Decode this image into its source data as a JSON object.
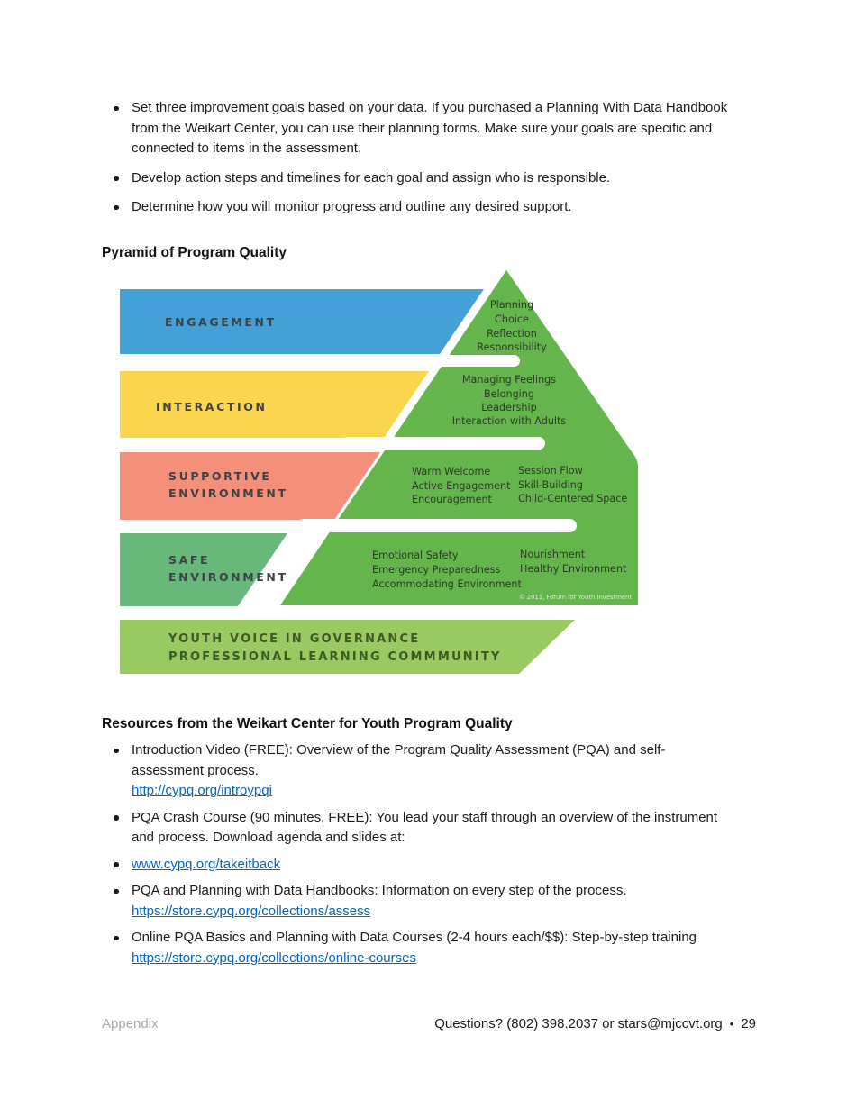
{
  "intro": {
    "bullets": [
      "Set three improvement goals based on your data. If you purchased a Planning With Data Handbook from the Weikart Center, you can use their planning forms. Make sure your goals are specific and connected to items in the assessment.",
      "Develop action steps and timelines for each goal and assign who is responsible.",
      "Determine how you will monitor progress and outline any desired support."
    ]
  },
  "pyramid_section": {
    "heading": "Pyramid of Program Quality",
    "pyramid_color": "#64b54b",
    "copyright": "© 2011, Forum for Youth Investment",
    "levels": [
      {
        "label_lines": [
          "ENGAGEMENT"
        ],
        "color": "#46a0d8",
        "items": [
          "Planning",
          "Choice",
          "Reflection",
          "Responsibility"
        ]
      },
      {
        "label_lines": [
          "INTERACTION"
        ],
        "color": "#f9d64d",
        "items": [
          "Managing Feelings",
          "Belonging",
          "Leadership",
          "Interaction with Adults"
        ]
      },
      {
        "label_lines": [
          "SUPPORTIVE",
          "ENVIRONMENT"
        ],
        "color": "#f4907a",
        "items_col1": [
          "Warm Welcome",
          "Active Engagement",
          "Encouragement"
        ],
        "items_col2": [
          "Session Flow",
          "Skill-Building",
          "Child-Centered Space"
        ]
      },
      {
        "label_lines": [
          "SAFE",
          "ENVIRONMENT"
        ],
        "color": "#68b87c",
        "items_col1": [
          "Emotional Safety",
          "Emergency Preparedness",
          "Accommodating Environment"
        ],
        "items_col2": [
          "Nourishment",
          "Healthy Environment"
        ]
      }
    ],
    "base": {
      "color": "#99ca62",
      "line1": "YOUTH VOICE IN GOVERNANCE",
      "line2": "PROFESSIONAL LEARNING COMMMUNITY"
    }
  },
  "resources": {
    "heading": "Resources from the Weikart Center for Youth Program Quality",
    "items": [
      {
        "text": "Introduction Video (FREE): Overview of the Program Quality Assessment (PQA) and self-assessment process.",
        "link": "http://cypq.org/introypqi"
      },
      {
        "text": "PQA Crash Course (90 minutes, FREE): You lead your staff through an overview of the instrument and process. Download agenda and slides at:",
        "link": ""
      },
      {
        "text": "",
        "link": "www.cypq.org/takeitback"
      },
      {
        "text": "PQA and Planning with Data Handbooks: Information on every step of the process.",
        "link": "https://store.cypq.org/collections/assess"
      },
      {
        "text": "Online PQA Basics and Planning with Data Courses (2-4 hours each/$$): Step-by-step training",
        "link": "https://store.cypq.org/collections/online-courses"
      }
    ]
  },
  "footer": {
    "left": "Appendix",
    "right": "Questions? (802) 398.2037 or stars@mjccvt.org",
    "bullet": "•",
    "page": "29"
  }
}
